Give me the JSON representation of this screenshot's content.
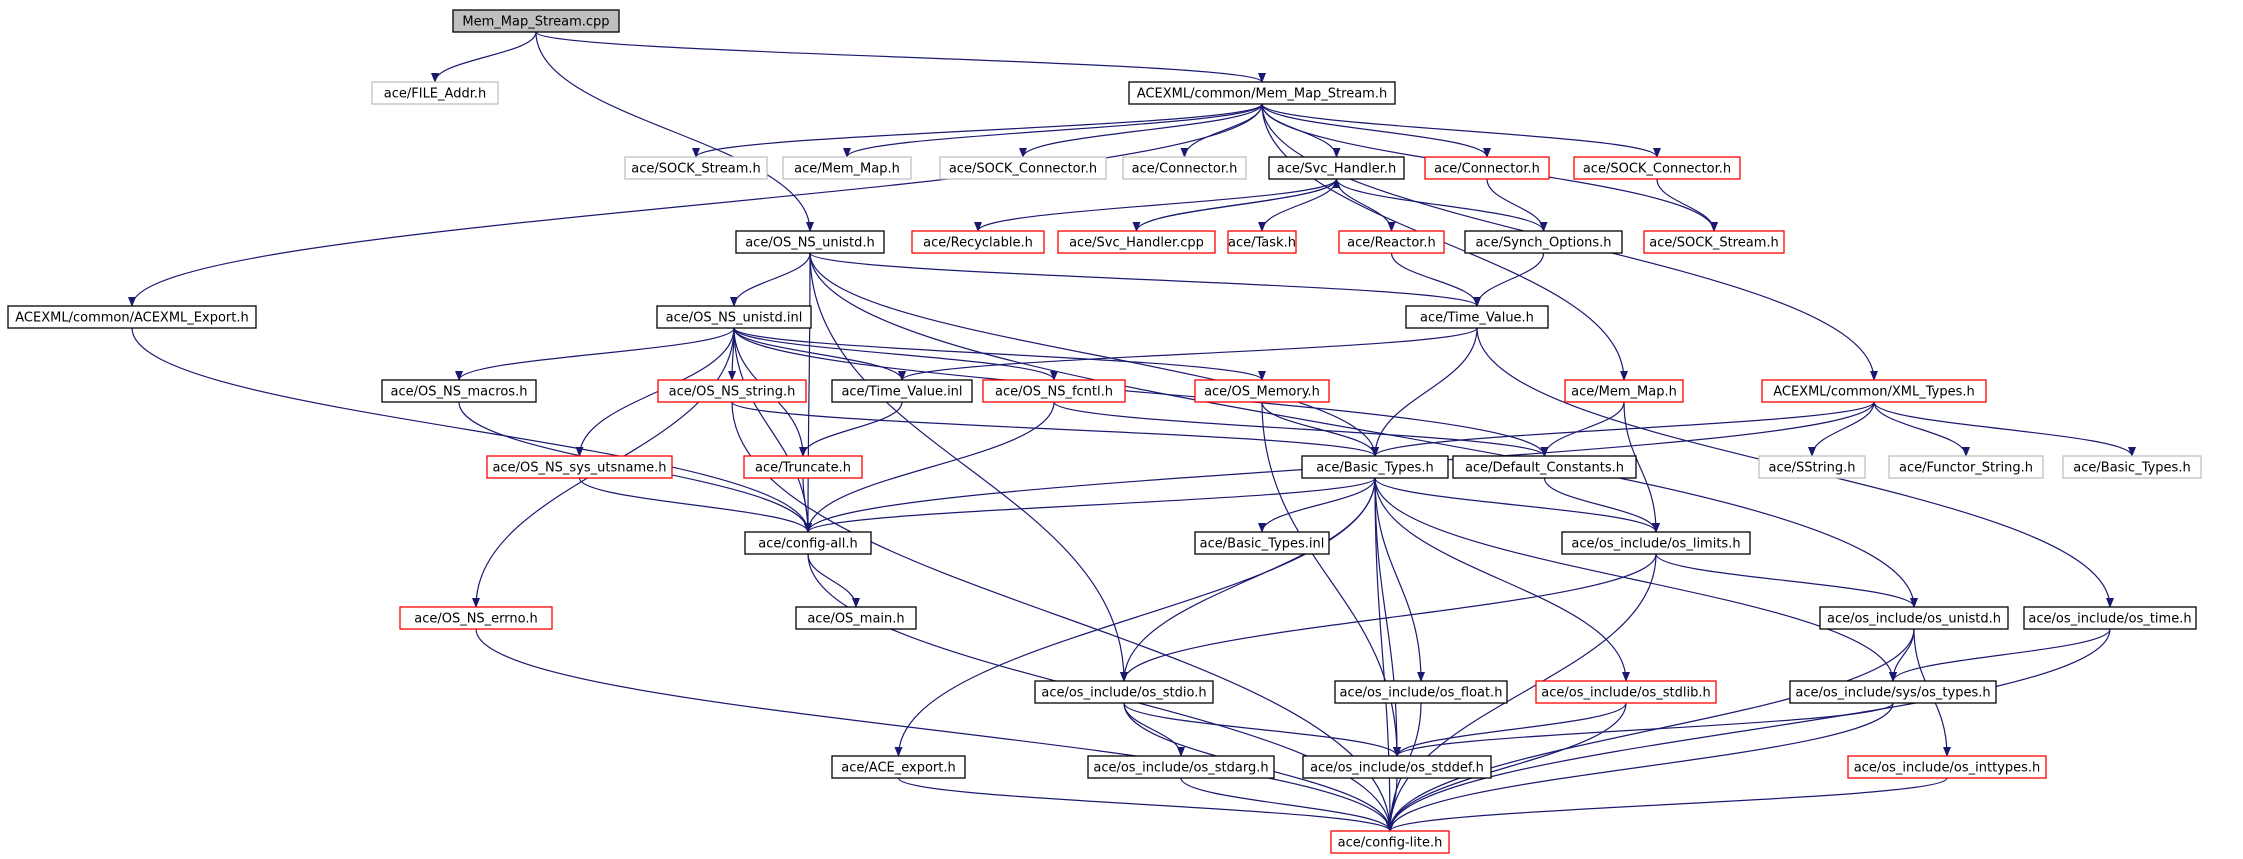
{
  "colors": {
    "edge": "#191970",
    "border_default": "#000000",
    "border_red": "#ff0000",
    "border_gray": "#bfbfbf",
    "fill_root": "#bfbfbf",
    "fill_default": "#ffffff"
  },
  "graph": {
    "nodes": [
      {
        "id": "n1",
        "label": "Mem_Map_Stream.cpp",
        "style": "root"
      },
      {
        "id": "n2",
        "label": "ace/FILE_Addr.h",
        "style": "gray"
      },
      {
        "id": "n3",
        "label": "ACEXML/common/Mem_Map_Stream.h",
        "style": "black"
      },
      {
        "id": "n4",
        "label": "ace/SOCK_Stream.h",
        "style": "gray"
      },
      {
        "id": "n5",
        "label": "ace/Mem_Map.h",
        "style": "gray"
      },
      {
        "id": "n6",
        "label": "ace/SOCK_Connector.h",
        "style": "gray"
      },
      {
        "id": "n7",
        "label": "ace/Connector.h",
        "style": "gray"
      },
      {
        "id": "n8",
        "label": "ace/Svc_Handler.h",
        "style": "black"
      },
      {
        "id": "n9",
        "label": "ace/Connector.h",
        "style": "red"
      },
      {
        "id": "n10",
        "label": "ace/SOCK_Connector.h",
        "style": "red"
      },
      {
        "id": "n11",
        "label": "ace/OS_NS_unistd.h",
        "style": "black"
      },
      {
        "id": "n12",
        "label": "ace/Recyclable.h",
        "style": "red"
      },
      {
        "id": "n13",
        "label": "ace/Svc_Handler.cpp",
        "style": "red"
      },
      {
        "id": "n14",
        "label": "ace/Task.h",
        "style": "red"
      },
      {
        "id": "n15",
        "label": "ace/Reactor.h",
        "style": "red"
      },
      {
        "id": "n16",
        "label": "ace/Synch_Options.h",
        "style": "black"
      },
      {
        "id": "n17",
        "label": "ace/SOCK_Stream.h",
        "style": "red"
      },
      {
        "id": "n18",
        "label": "ACEXML/common/ACEXML_Export.h",
        "style": "black"
      },
      {
        "id": "n19",
        "label": "ace/OS_NS_unistd.inl",
        "style": "black"
      },
      {
        "id": "n20",
        "label": "ace/Time_Value.h",
        "style": "black"
      },
      {
        "id": "n21",
        "label": "ace/OS_NS_macros.h",
        "style": "black"
      },
      {
        "id": "n22",
        "label": "ace/OS_NS_string.h",
        "style": "red"
      },
      {
        "id": "n23",
        "label": "ace/Time_Value.inl",
        "style": "black"
      },
      {
        "id": "n24",
        "label": "ace/OS_NS_fcntl.h",
        "style": "red"
      },
      {
        "id": "n25",
        "label": "ace/OS_Memory.h",
        "style": "red"
      },
      {
        "id": "n26",
        "label": "ace/Mem_Map.h",
        "style": "red"
      },
      {
        "id": "n27",
        "label": "ACEXML/common/XML_Types.h",
        "style": "red"
      },
      {
        "id": "n28",
        "label": "ace/OS_NS_sys_utsname.h",
        "style": "red"
      },
      {
        "id": "n29",
        "label": "ace/Truncate.h",
        "style": "red"
      },
      {
        "id": "n30",
        "label": "ace/Basic_Types.h",
        "style": "black"
      },
      {
        "id": "n31",
        "label": "ace/Default_Constants.h",
        "style": "black"
      },
      {
        "id": "n32",
        "label": "ace/SString.h",
        "style": "gray"
      },
      {
        "id": "n33",
        "label": "ace/Functor_String.h",
        "style": "gray"
      },
      {
        "id": "n34",
        "label": "ace/Basic_Types.h",
        "style": "gray"
      },
      {
        "id": "n35",
        "label": "ace/config-all.h",
        "style": "black"
      },
      {
        "id": "n36",
        "label": "ace/Basic_Types.inl",
        "style": "black"
      },
      {
        "id": "n37",
        "label": "ace/os_include/os_limits.h",
        "style": "black"
      },
      {
        "id": "n38",
        "label": "ace/OS_NS_errno.h",
        "style": "red"
      },
      {
        "id": "n39",
        "label": "ace/OS_main.h",
        "style": "black"
      },
      {
        "id": "n40",
        "label": "ace/os_include/os_unistd.h",
        "style": "black"
      },
      {
        "id": "n41",
        "label": "ace/os_include/os_time.h",
        "style": "black"
      },
      {
        "id": "n42",
        "label": "ace/os_include/os_stdio.h",
        "style": "black"
      },
      {
        "id": "n43",
        "label": "ace/os_include/os_float.h",
        "style": "black"
      },
      {
        "id": "n44",
        "label": "ace/os_include/os_stdlib.h",
        "style": "red"
      },
      {
        "id": "n45",
        "label": "ace/os_include/sys/os_types.h",
        "style": "black"
      },
      {
        "id": "n46",
        "label": "ace/ACE_export.h",
        "style": "black"
      },
      {
        "id": "n47",
        "label": "ace/os_include/os_stdarg.h",
        "style": "black"
      },
      {
        "id": "n48",
        "label": "ace/os_include/os_stddef.h",
        "style": "black"
      },
      {
        "id": "n49",
        "label": "ace/os_include/os_inttypes.h",
        "style": "red"
      },
      {
        "id": "n50",
        "label": "ace/config-lite.h",
        "style": "red"
      }
    ],
    "edges": [
      [
        "n1",
        "n2"
      ],
      [
        "n1",
        "n3"
      ],
      [
        "n1",
        "n11"
      ],
      [
        "n3",
        "n18"
      ],
      [
        "n3",
        "n4"
      ],
      [
        "n3",
        "n5"
      ],
      [
        "n3",
        "n6"
      ],
      [
        "n3",
        "n7"
      ],
      [
        "n3",
        "n8"
      ],
      [
        "n3",
        "n9"
      ],
      [
        "n3",
        "n10"
      ],
      [
        "n3",
        "n17"
      ],
      [
        "n3",
        "n26"
      ],
      [
        "n3",
        "n27"
      ],
      [
        "n8",
        "n12"
      ],
      [
        "n8",
        "n13"
      ],
      [
        "n8",
        "n14"
      ],
      [
        "n8",
        "n15"
      ],
      [
        "n8",
        "n16"
      ],
      [
        "n13",
        "n8"
      ],
      [
        "n9",
        "n16"
      ],
      [
        "n10",
        "n17"
      ],
      [
        "n15",
        "n20"
      ],
      [
        "n16",
        "n20"
      ],
      [
        "n11",
        "n19"
      ],
      [
        "n11",
        "n20"
      ],
      [
        "n11",
        "n30"
      ],
      [
        "n11",
        "n35"
      ],
      [
        "n11",
        "n42"
      ],
      [
        "n11",
        "n40"
      ],
      [
        "n19",
        "n21"
      ],
      [
        "n19",
        "n22"
      ],
      [
        "n19",
        "n23"
      ],
      [
        "n19",
        "n24"
      ],
      [
        "n19",
        "n25"
      ],
      [
        "n19",
        "n28"
      ],
      [
        "n19",
        "n29"
      ],
      [
        "n19",
        "n31"
      ],
      [
        "n19",
        "n35"
      ],
      [
        "n19",
        "n38"
      ],
      [
        "n18",
        "n35"
      ],
      [
        "n20",
        "n23"
      ],
      [
        "n20",
        "n30"
      ],
      [
        "n20",
        "n41"
      ],
      [
        "n21",
        "n35"
      ],
      [
        "n22",
        "n30"
      ],
      [
        "n22",
        "n50"
      ],
      [
        "n23",
        "n29"
      ],
      [
        "n24",
        "n35"
      ],
      [
        "n24",
        "n31"
      ],
      [
        "n25",
        "n30"
      ],
      [
        "n25",
        "n48"
      ],
      [
        "n26",
        "n31"
      ],
      [
        "n26",
        "n37"
      ],
      [
        "n27",
        "n30"
      ],
      [
        "n27",
        "n32"
      ],
      [
        "n27",
        "n33"
      ],
      [
        "n27",
        "n34"
      ],
      [
        "n27",
        "n35"
      ],
      [
        "n28",
        "n35"
      ],
      [
        "n29",
        "n35"
      ],
      [
        "n30",
        "n36"
      ],
      [
        "n30",
        "n37"
      ],
      [
        "n30",
        "n46"
      ],
      [
        "n30",
        "n42"
      ],
      [
        "n30",
        "n43"
      ],
      [
        "n30",
        "n44"
      ],
      [
        "n30",
        "n45"
      ],
      [
        "n30",
        "n48"
      ],
      [
        "n30",
        "n50"
      ],
      [
        "n30",
        "n35"
      ],
      [
        "n31",
        "n37"
      ],
      [
        "n35",
        "n39"
      ],
      [
        "n35",
        "n50"
      ],
      [
        "n37",
        "n40"
      ],
      [
        "n37",
        "n42"
      ],
      [
        "n37",
        "n50"
      ],
      [
        "n38",
        "n50"
      ],
      [
        "n40",
        "n45"
      ],
      [
        "n40",
        "n49"
      ],
      [
        "n40",
        "n50"
      ],
      [
        "n41",
        "n45"
      ],
      [
        "n41",
        "n50"
      ],
      [
        "n42",
        "n47"
      ],
      [
        "n42",
        "n48"
      ],
      [
        "n42",
        "n50"
      ],
      [
        "n43",
        "n50"
      ],
      [
        "n44",
        "n48"
      ],
      [
        "n44",
        "n50"
      ],
      [
        "n45",
        "n48"
      ],
      [
        "n45",
        "n50"
      ],
      [
        "n46",
        "n50"
      ],
      [
        "n47",
        "n50"
      ],
      [
        "n48",
        "n50"
      ],
      [
        "n49",
        "n50"
      ]
    ]
  }
}
